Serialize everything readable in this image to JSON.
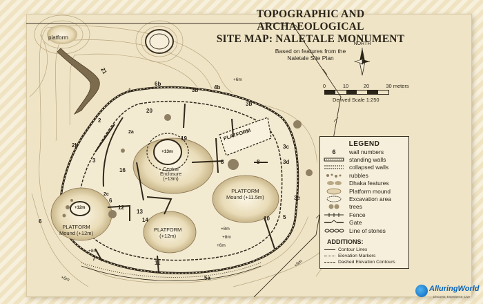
{
  "title": {
    "line1": "TOPOGRAPHIC AND ARCHAEOLOGICAL",
    "line2": "SITE MAP: NALETALE MONUMENT",
    "sub1": "Based on features from the",
    "sub2": "Naletale Site Plan"
  },
  "north_label": "NORTH",
  "scale": {
    "ticks": [
      "0",
      "10",
      "20",
      "30 meters"
    ],
    "caption": "Derived Scale 1:250"
  },
  "legend": {
    "title": "LEGEND",
    "items": [
      {
        "symbol": "6",
        "label": "wall numbers"
      },
      {
        "symbol": "standing",
        "label": "standing walls"
      },
      {
        "symbol": "collapsed",
        "label": "collapsed walls"
      },
      {
        "symbol": "rubble",
        "label": "rubbles"
      },
      {
        "symbol": "dhaka",
        "label": "Dhaka features"
      },
      {
        "symbol": "mound",
        "label": "Platform mound"
      },
      {
        "symbol": "excavation",
        "label": "Excavation area"
      },
      {
        "symbol": "trees",
        "label": "trees"
      },
      {
        "symbol": "fence",
        "label": "Fence"
      },
      {
        "symbol": "gate",
        "label": "Gate"
      },
      {
        "symbol": "stones",
        "label": "Line of stones"
      }
    ],
    "additions_title": "ADDITIONS:",
    "additions": [
      "Contour Lines",
      "Elevation Markers",
      "Dashed Elevation Contours"
    ]
  },
  "labels": {
    "platform_nw": "platform",
    "platform_e": "PLATFORM",
    "central1": "Central",
    "central2": "Enclosure",
    "central3": "(+13m)",
    "central_top": "+13m",
    "platform_mound": "PLATFORM",
    "platform_mound_sub": "Mound (+11.5m)",
    "platform_w": "PLATFORM",
    "platform_w_sub": "Mound (+12m)",
    "platform_w_top": "+12m",
    "platform_s": "PLATFORM",
    "platform_s_sub": "(+12m)"
  },
  "wall_numbers": [
    "21",
    "1",
    "6b",
    "3b",
    "4b",
    "3b",
    "2",
    "2a",
    "20",
    "2b",
    "19",
    "3",
    "2c",
    "16",
    "8",
    "8",
    "3c",
    "3d",
    "6",
    "12",
    "13",
    "14",
    "6",
    "10",
    "5",
    "3e",
    "11",
    "7",
    "5a"
  ],
  "elevations": [
    "+6m",
    "+8m",
    "+8m",
    "+6m",
    "+8m",
    "+6m",
    "+6m"
  ],
  "brand": {
    "name": "AlluringWorld",
    "tagline": "Discover, Experience, Live"
  }
}
